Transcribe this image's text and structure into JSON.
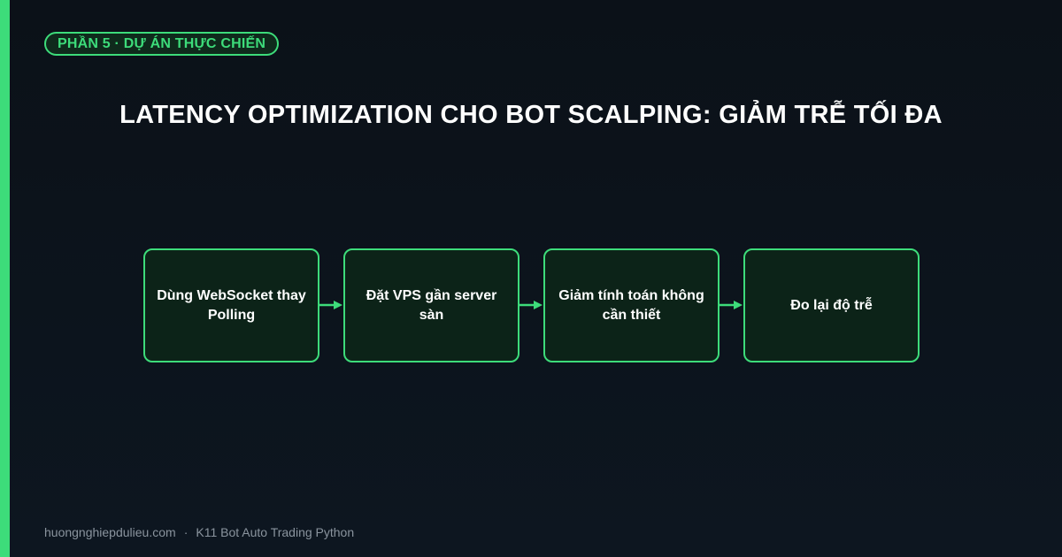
{
  "badge": "PHẦN 5 · DỰ ÁN THỰC CHIẾN",
  "title": "LATENCY OPTIMIZATION CHO BOT SCALPING: GIẢM TRỄ TỐI ĐA",
  "steps": [
    {
      "label": "Dùng WebSocket thay Polling"
    },
    {
      "label": "Đặt VPS gần server sàn"
    },
    {
      "label": "Giảm tính toán không cần thiết"
    },
    {
      "label": "Đo lại độ trễ"
    }
  ],
  "footer": {
    "site": "huongnghiepdulieu.com",
    "separator": "·",
    "course": "K11 Bot Auto Trading Python"
  },
  "colors": {
    "accent": "#3ddc7a",
    "background": "#0b1118",
    "box_fill": "#0c2318",
    "text": "#ffffff",
    "footer_text": "#8a949e"
  }
}
